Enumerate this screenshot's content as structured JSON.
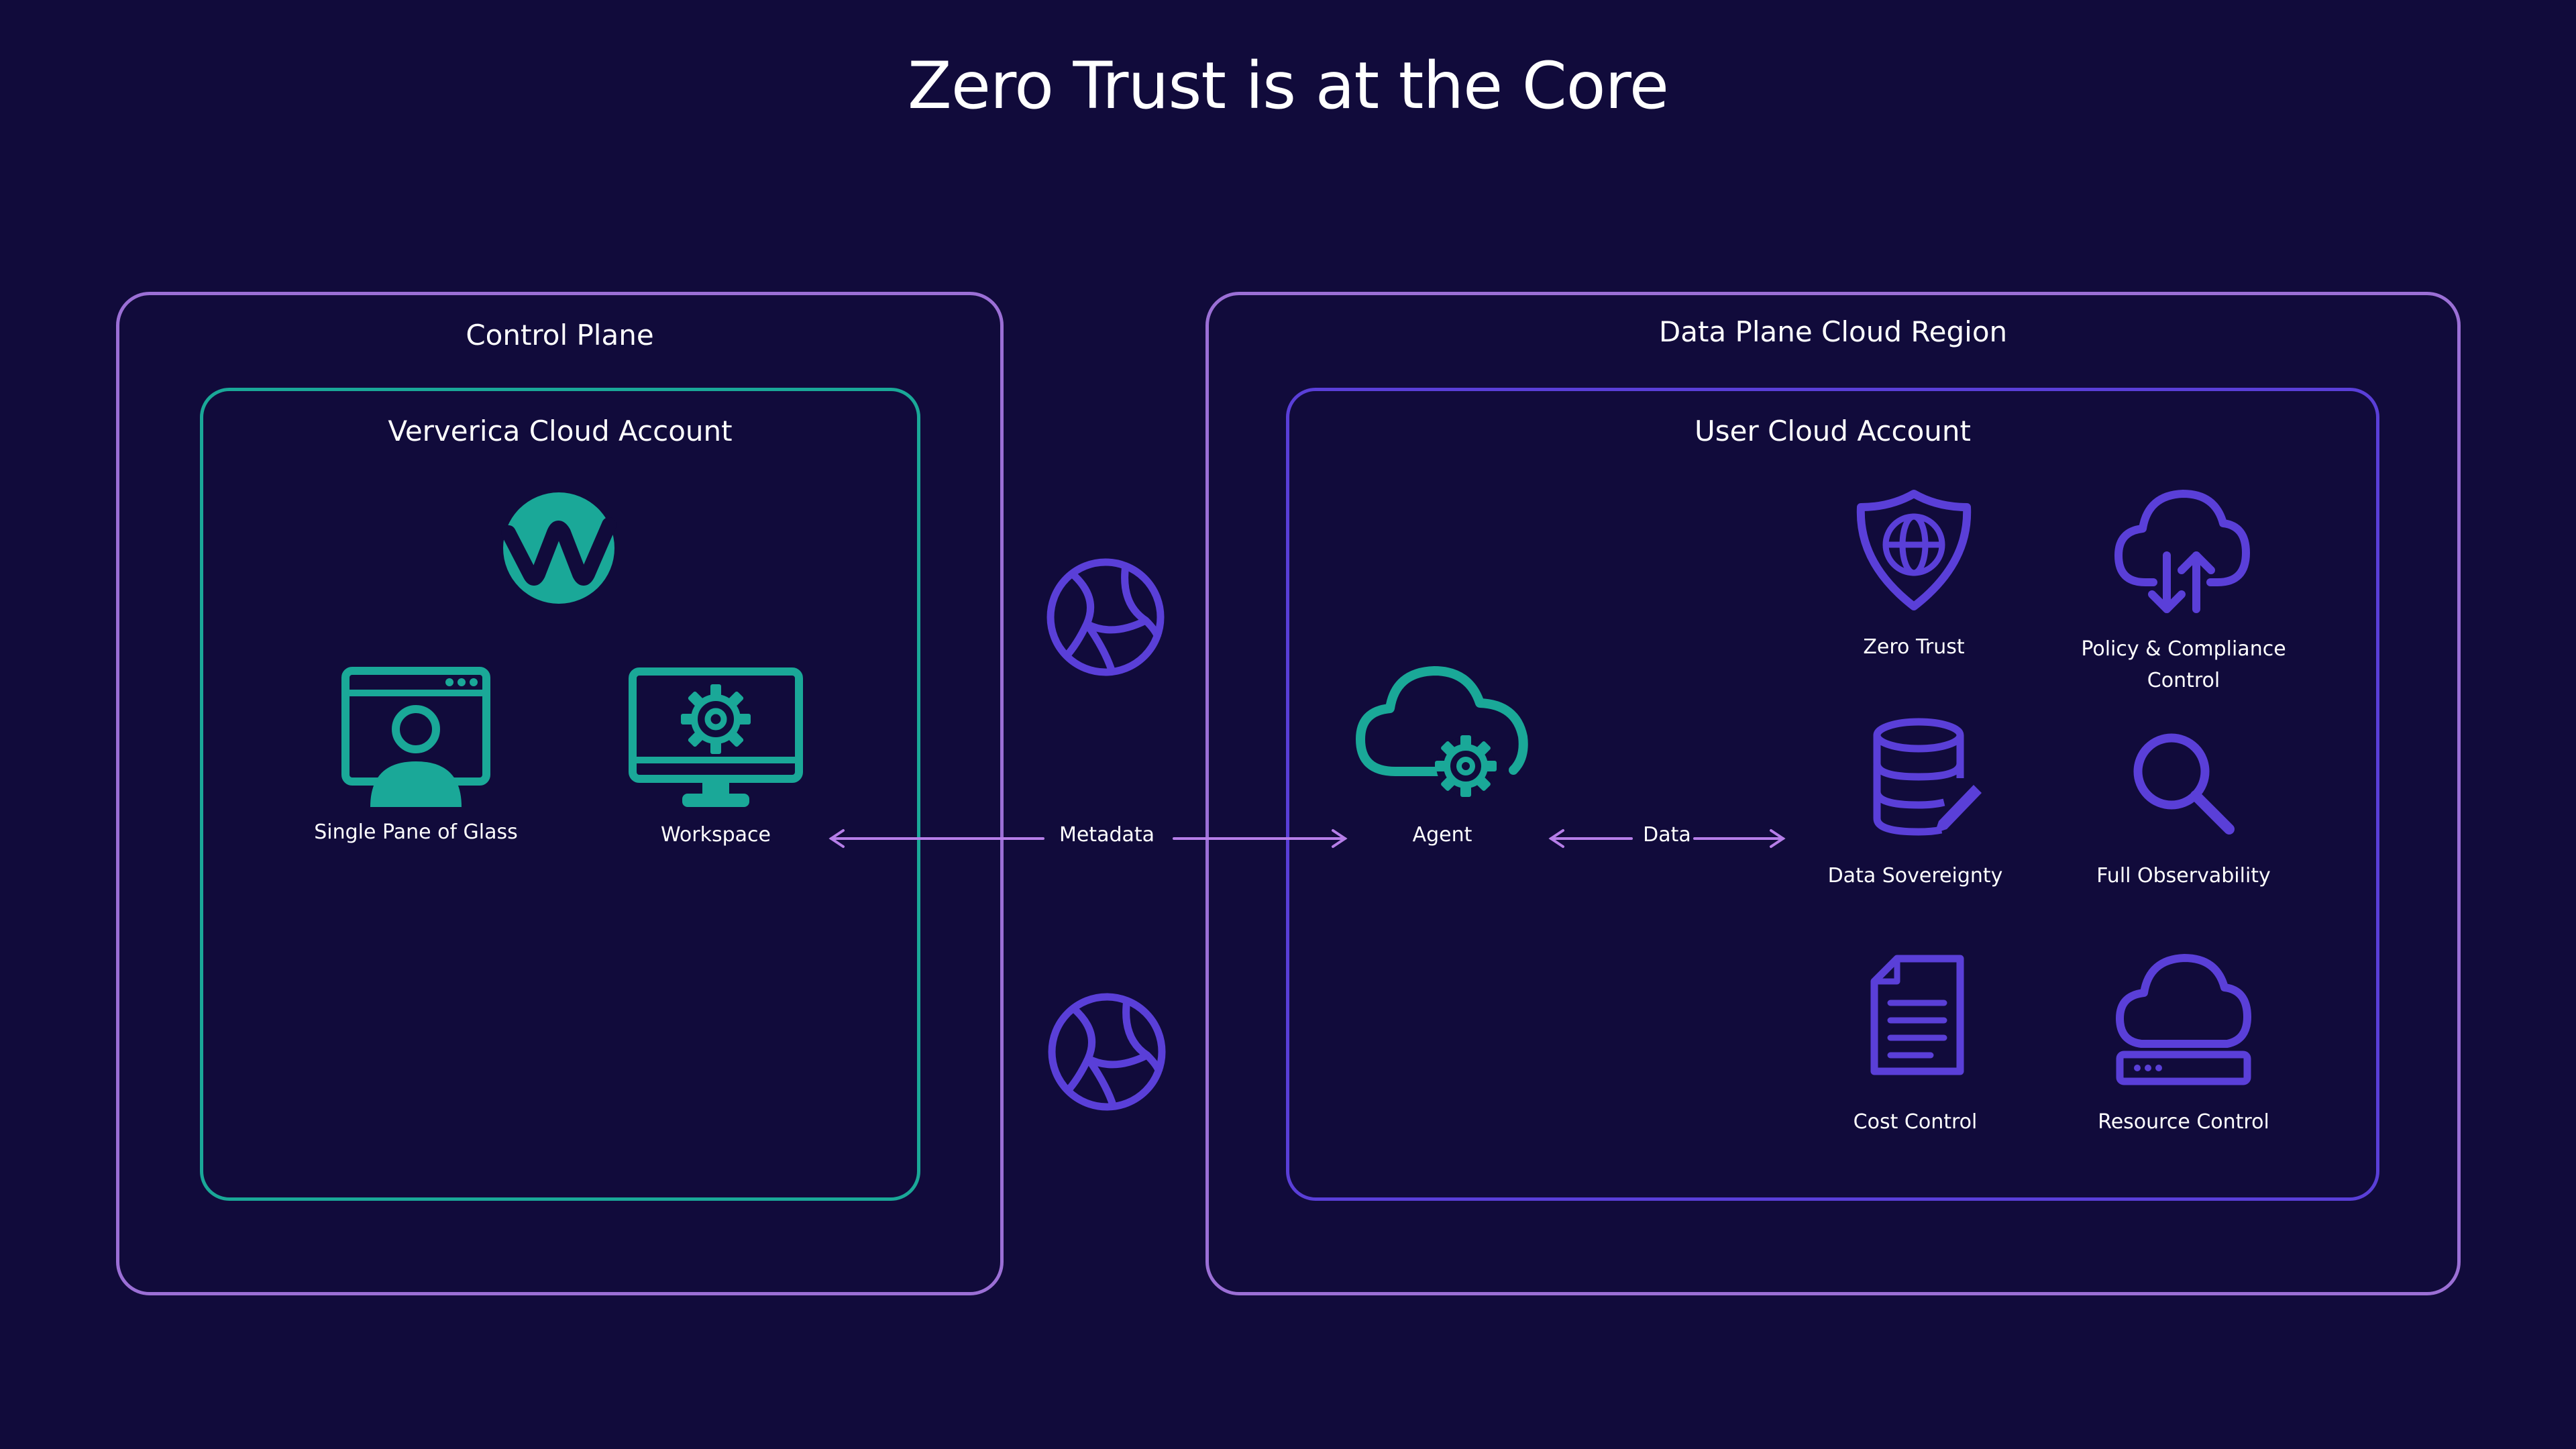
{
  "title": "Zero Trust is at the Core",
  "control_plane": {
    "title": "Control Plane",
    "account": {
      "title": "Ververica Cloud Account",
      "items": [
        {
          "label": "Single Pane of Glass",
          "icon": "user-window-icon"
        },
        {
          "label": "Workspace",
          "icon": "monitor-gear-icon"
        }
      ]
    }
  },
  "connections": {
    "metadata_label": "Metadata",
    "data_label": "Data"
  },
  "data_plane": {
    "title": "Data Plane Cloud Region",
    "account": {
      "title": "User Cloud Account",
      "agent_label": "Agent",
      "features": [
        {
          "label": "Zero Trust",
          "icon": "shield-globe-icon"
        },
        {
          "label": "Policy & Compliance Control",
          "icon": "cloud-arrows-icon"
        },
        {
          "label": "Data Sovereignty",
          "icon": "database-pen-icon"
        },
        {
          "label": "Full Observability",
          "icon": "magnifier-icon"
        },
        {
          "label": "Cost Control",
          "icon": "document-icon"
        },
        {
          "label": "Resource Control",
          "icon": "cloud-server-icon"
        }
      ]
    }
  },
  "colors": {
    "background": "#110b3b",
    "teal": "#1aa898",
    "purple": "#5a3fd8",
    "lavender": "#9b6fd6"
  }
}
